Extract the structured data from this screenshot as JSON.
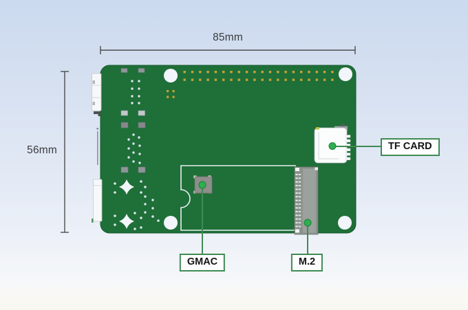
{
  "dimensions": {
    "width": "85mm",
    "height": "56mm"
  },
  "component_labels": {
    "tf_card": "TF CARD",
    "gmac": "GMAC",
    "m2": "M.2"
  },
  "pin_header": {
    "rows": 2,
    "pins_per_row": 20
  },
  "colors": {
    "board_green": "#1f6f38",
    "accent_green": "#3f8b54",
    "dot_green": "#2fae4e",
    "dot_edge_green": "#17833a",
    "pin_gold": "#c8a136"
  }
}
